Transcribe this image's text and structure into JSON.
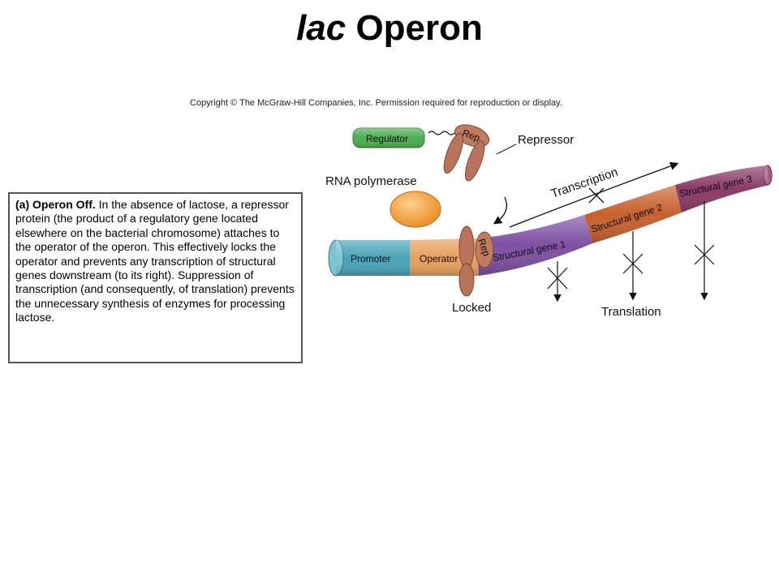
{
  "title": {
    "italic": "lac",
    "rest": " Operon"
  },
  "copyright": "Copyright © The McGraw-Hill Companies, Inc. Permission required for reproduction or display.",
  "caption": {
    "lead": "(a) Operon Off.",
    "body": " In the absence of lactose, a repressor protein (the product of a regulatory gene located elsewhere on the bacterial chromosome) attaches to the operator of the operon. This effectively locks the operator and prevents any transcription of structural genes downstream (to its right). Suppression of transcription (and consequently, of translation) prevents the unnecessary synthesis of enzymes for processing lactose."
  },
  "diagram": {
    "regulator": "Regulator",
    "repressor": "Repressor",
    "rep_free": "Rep",
    "rep_bound": "Rep",
    "rna_polymerase": "RNA polymerase",
    "promoter": "Promoter",
    "operator": "Operator",
    "structural_gene_1": "Structural gene 1",
    "structural_gene_2": "Structural gene 2",
    "structural_gene_3": "Structural gene 3",
    "transcription": "Transcription",
    "translation": "Translation",
    "locked": "Locked"
  },
  "colors": {
    "regulator": "#4caf50",
    "promoter": "#4aa3b8",
    "operator": "#e8a05c",
    "structural_gene_1": "#7d4fa3",
    "structural_gene_2": "#c8602e",
    "structural_gene_3": "#8a3a66",
    "repressor": "#b8735a",
    "rna_polymerase": "#f0a040"
  }
}
